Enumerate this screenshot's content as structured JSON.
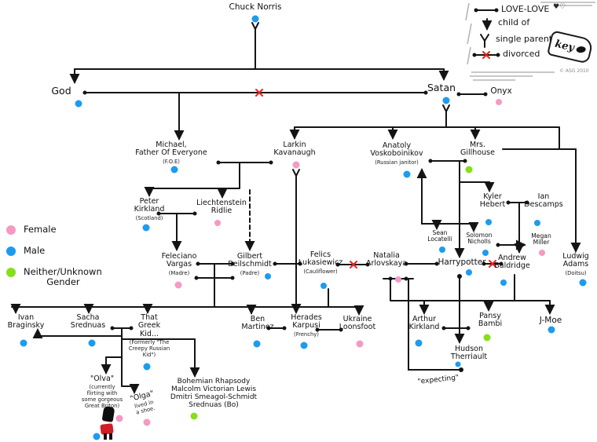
{
  "colors": {
    "female": "#f59ac2",
    "male": "#1d9bf0",
    "neutral": "#85e018",
    "divorce": "#e8211d",
    "line": "#141414"
  },
  "legend": {
    "items": [
      {
        "label": "Female",
        "color": "#f59ac2"
      },
      {
        "label": "Male",
        "color": "#1d9bf0"
      },
      {
        "label": "Neither/Unknown\n        Gender",
        "color": "#85e018"
      }
    ]
  },
  "key": {
    "title": "key",
    "items": [
      {
        "label": "LOVE-LOVE",
        "suffix": "♥♡",
        "icon": "love-line-icon"
      },
      {
        "label": "child of",
        "icon": "down-arrow-icon"
      },
      {
        "label": "single parent",
        "icon": "fork-icon"
      },
      {
        "label": "divorced",
        "icon": "divorced-line-icon"
      }
    ],
    "signature": "© ASG 2010"
  },
  "annotations": {
    "expecting": "\"expecting\""
  },
  "nodes": {
    "chuck": {
      "name": "Chuck Norris",
      "gender": "male"
    },
    "god": {
      "name": "God",
      "gender": "male"
    },
    "satan": {
      "name": "Satan",
      "gender": "male"
    },
    "onyx": {
      "name": "Onyx",
      "gender": "female"
    },
    "michael": {
      "name": "Michael,\nFather Of Everyone",
      "note": "(F.O.E)",
      "gender": "male"
    },
    "larkin": {
      "name": "Larkin\nKavanaugh",
      "gender": "female"
    },
    "anatoly": {
      "name": "Anatoly\nVoskoboinikov",
      "note": "(Russian janitor)",
      "gender": "male"
    },
    "gillhouse": {
      "name": "Mrs.\nGillhouse",
      "gender": "neutral"
    },
    "peter": {
      "name": "Peter\nKirkland",
      "note": "(Scotland)",
      "gender": "male"
    },
    "liechtenstein": {
      "name": "Liechtenstein\nRidlie",
      "gender": "female"
    },
    "kyler": {
      "name": "Kyler\nHebert",
      "gender": "male"
    },
    "ian": {
      "name": "Ian\nDescamps",
      "gender": "male"
    },
    "sean": {
      "name": "Sean\nLocatelli",
      "gender": "male"
    },
    "solomon": {
      "name": "Solomon\nNicholls",
      "gender": "male"
    },
    "megan": {
      "name": "Megan\nMiller",
      "gender": "female"
    },
    "ludwig": {
      "name": "Ludwig\nAdams",
      "note": "(Doitsu)",
      "gender": "male"
    },
    "feleciano": {
      "name": "Feleciano\nVargas",
      "note": "(Madre)",
      "gender": "female"
    },
    "gilbert": {
      "name": "Gilbert\nBeilschmidt",
      "note": "(Padre)",
      "gender": "male"
    },
    "felics": {
      "name": "Felics\nŁukasiewicz",
      "note": "(Cauliflower)",
      "gender": "male"
    },
    "natalia": {
      "name": "Natalia\nArlovskaya",
      "gender": "female"
    },
    "harrypotter": {
      "name": "Harrypotter",
      "gender": "male"
    },
    "andrew": {
      "name": "Andrew\nBaldridge",
      "gender": "male"
    },
    "ivan": {
      "name": "Ivan\nBraginsky",
      "gender": "male"
    },
    "sacha": {
      "name": "Sacha\nSrednuas",
      "gender": "male"
    },
    "greekkid": {
      "name": "That\nGreek\nKid...",
      "note": "(Formerly \"The\nCreepy Russian\nKid\")",
      "gender": "male"
    },
    "ben": {
      "name": "Ben\nMartinez",
      "gender": "male"
    },
    "herades": {
      "name": "Herades\nKarpusi",
      "note": "(Frenchy)",
      "gender": "male"
    },
    "ukraine": {
      "name": "Ukraine\nLoonsfoot",
      "gender": "female"
    },
    "arthur": {
      "name": "Arthur\nKirkland",
      "gender": "male"
    },
    "pansy": {
      "name": "Pansy\nBambi",
      "gender": "neutral"
    },
    "jmoe": {
      "name": "J-Moe",
      "gender": "male"
    },
    "hudson": {
      "name": "Hudson\nTherriault",
      "gender": "male"
    },
    "olva": {
      "name": "\"Olva\"",
      "note": "(currently\nflirting with\nsome gorgeous\nGreat Briton)",
      "gender": "female"
    },
    "olga": {
      "name": "\"Olga\"",
      "note": "lived in\na shoe.",
      "gender": "female"
    },
    "bohemian": {
      "name": "Bohemian Rhapsody\nMalcolm Victorian Lewis\nDmitri Smeagol-Schmidt\nSrednuas (Bo)",
      "gender": "neutral"
    },
    "royal_guard_figure": {
      "gender": "male"
    }
  }
}
